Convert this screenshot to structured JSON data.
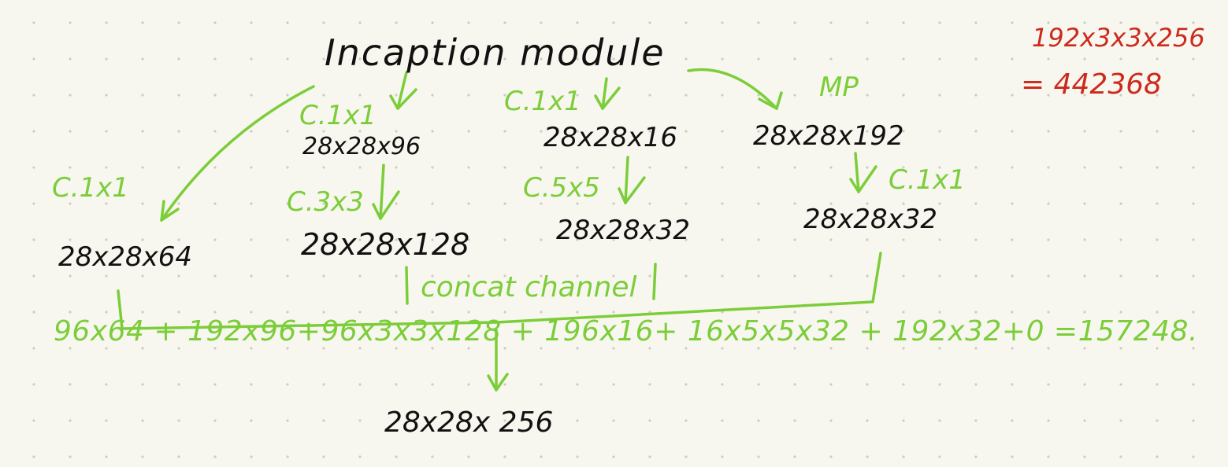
{
  "title": "Incaption module",
  "colors": {
    "background": "#f8f7ef",
    "ink": "#111111",
    "annotation": "#7ccd3a",
    "side_note": "#cc2a1c"
  },
  "branches": {
    "b1": {
      "label": "C.1x1",
      "output": "28x28x64"
    },
    "b2": {
      "label1": "C.1x1",
      "reduce": "28x28x96",
      "label2": "C.3x3",
      "output": "28x28x128"
    },
    "b3": {
      "label1": "C.1x1",
      "reduce": "28x28x16",
      "label2": "C.5x5",
      "output": "28x28x32"
    },
    "b4": {
      "label1": "MP",
      "reduce": "28x28x192",
      "label2": "C.1x1",
      "output": "28x28x32"
    }
  },
  "concat_label": "concat channel",
  "params_equation": "96x64 + 192x96+96x3x3x128 + 196x16+ 16x5x5x32 + 192x32+0 =157248.",
  "final_output": "28x28x 256",
  "side_note": {
    "line1": "192x3x3x256",
    "line2": "= 442368"
  }
}
